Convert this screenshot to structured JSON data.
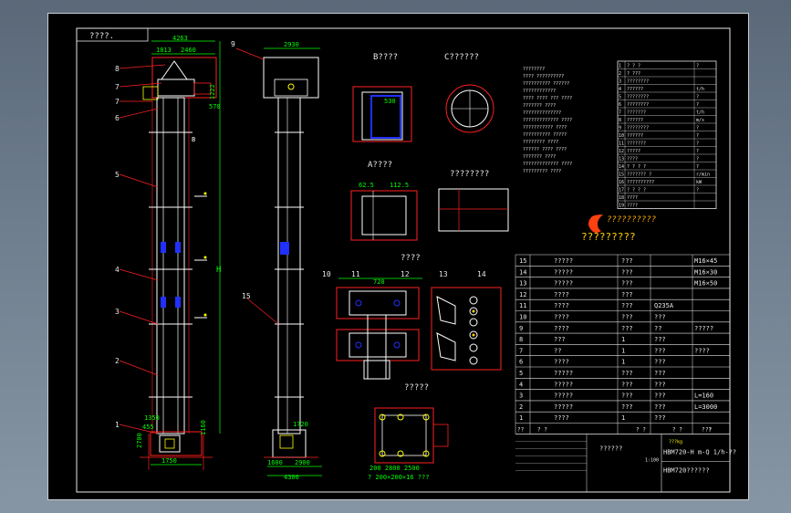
{
  "drawing": {
    "section_tag": "????.",
    "views": {
      "b": "B????",
      "c": "C??????",
      "a": "A????",
      "d": "????????",
      "e": "????",
      "f": "?????"
    },
    "dims": {
      "top_total": "4263",
      "top_left": "1813",
      "top_right": "2460",
      "mid_570": "570",
      "side_1222": "1222",
      "bottom_1350": "1350",
      "bottom_455": "455",
      "bottom_2700": "2700",
      "bottom_1160": "1160",
      "bottom_1750": "1750",
      "side_2930": "2930",
      "side_1720": "1720",
      "side_1600": "1600",
      "side_2900": "2900",
      "side_4300": "4300",
      "b_530": "530",
      "a_625": "62.5",
      "a_1125": "112.5",
      "e_720": "720",
      "f_200_2800": "200 2800 2500",
      "f_note": "? 200×200×16 ???",
      "h_label": "H",
      "b_arrow": "B"
    },
    "callouts": [
      "1",
      "2",
      "3",
      "4",
      "5",
      "6",
      "7",
      "8",
      "9",
      "10",
      "11",
      "12",
      "13",
      "14",
      "15"
    ],
    "note_lines": [
      "????????",
      "???? ??????????",
      "?????????? ??????",
      "????????????",
      "???? ???? ??? ????",
      "??????? ????",
      "??????????????",
      "????????????? ????",
      "??????????? ????",
      "?????????? ?????",
      "???????? ????",
      "?????? ???? ????",
      "??????? ????",
      "????????????? ????",
      "????????? ????"
    ],
    "logo_line1": "??????????",
    "logo_line2": "?????????"
  },
  "spec_table": {
    "header": [
      "1",
      "?  ?  ?",
      "?"
    ],
    "rows": [
      [
        "2",
        "?   ???",
        ""
      ],
      [
        "3",
        "????????",
        ""
      ],
      [
        "4",
        "??????",
        "t/h"
      ],
      [
        "5",
        "????????",
        "?"
      ],
      [
        "6",
        "????????",
        "?"
      ],
      [
        "7",
        "???????",
        "t/h"
      ],
      [
        "8",
        "??????",
        "m/s"
      ],
      [
        "9",
        "????????",
        "?"
      ],
      [
        "10",
        "??????",
        "?"
      ],
      [
        "11",
        "???????",
        "?"
      ],
      [
        "12",
        "?????",
        "?"
      ],
      [
        "13",
        "????",
        "?"
      ],
      [
        "14",
        "?  ?  ?  ?",
        "?"
      ],
      [
        "15",
        "??????? ?",
        "r/min"
      ],
      [
        "16",
        "??????????",
        "kW"
      ],
      [
        "17",
        "?  ?  ?  ?",
        "?"
      ],
      [
        "18",
        "????",
        ""
      ],
      [
        "19",
        "????",
        ""
      ]
    ]
  },
  "parts_table": {
    "rows": [
      [
        "15",
        "?????",
        "???",
        "",
        "M16×45"
      ],
      [
        "14",
        "?????",
        "???",
        "",
        "M16×30"
      ],
      [
        "13",
        "?????",
        "???",
        "",
        "M16×50"
      ],
      [
        "12",
        "????",
        "???",
        "",
        ""
      ],
      [
        "11",
        "????",
        "???",
        "Q235A",
        ""
      ],
      [
        "10",
        "????",
        "???",
        "???",
        ""
      ],
      [
        "9",
        "????",
        "???",
        "??",
        "?????"
      ],
      [
        "8",
        "???",
        "1",
        "???",
        ""
      ],
      [
        "7",
        "??",
        "1",
        "???",
        "????"
      ],
      [
        "6",
        "????",
        "1",
        "???",
        ""
      ],
      [
        "5",
        "?????",
        "???",
        "???",
        ""
      ],
      [
        "4",
        "?????",
        "???",
        "???",
        ""
      ],
      [
        "3",
        "?????",
        "???",
        "???",
        "L=160"
      ],
      [
        "2",
        "?????",
        "???",
        "???",
        "L=3000"
      ],
      [
        "1",
        "????",
        "1",
        "???",
        ""
      ]
    ],
    "header": [
      "??",
      "?  ?",
      "?  ?",
      "?  ?",
      "??",
      "?  ?"
    ],
    "title_name": "??????",
    "code": "HBM720-H m-Q 1/h-??",
    "name_cn": "HBM720??????",
    "scale": "1:100",
    "weight": "???kg"
  }
}
